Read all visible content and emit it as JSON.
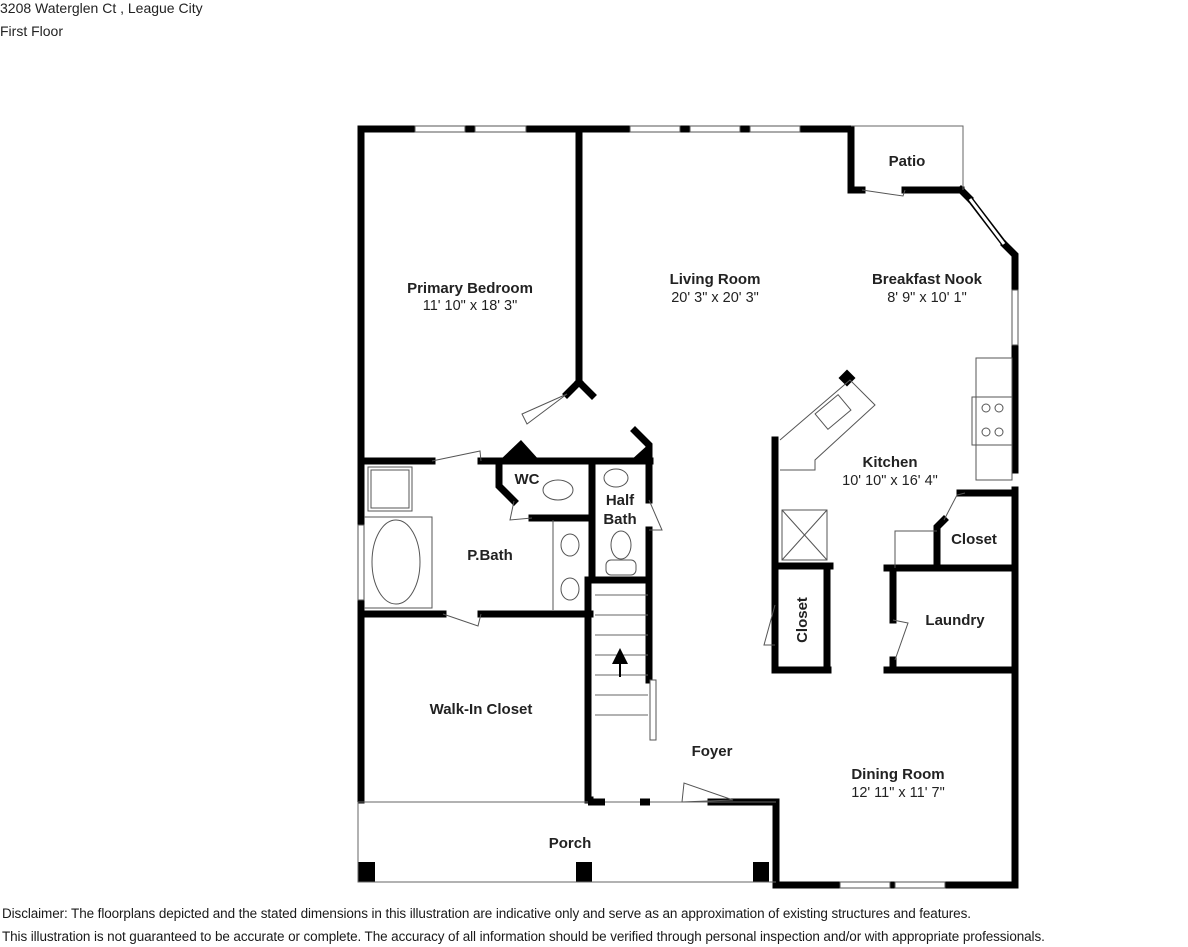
{
  "header": {
    "address": "3208 Waterglen Ct , League City",
    "floor": "First Floor"
  },
  "rooms": [
    {
      "id": "primary-bedroom",
      "name": "Primary Bedroom",
      "dims": "11' 10\" x 18' 3\""
    },
    {
      "id": "living-room",
      "name": "Living Room",
      "dims": "20' 3\" x 20' 3\""
    },
    {
      "id": "breakfast-nook",
      "name": "Breakfast Nook",
      "dims": "8' 9\" x 10' 1\""
    },
    {
      "id": "patio",
      "name": "Patio",
      "dims": ""
    },
    {
      "id": "kitchen",
      "name": "Kitchen",
      "dims": "10' 10\" x 16' 4\""
    },
    {
      "id": "wc",
      "name": "WC",
      "dims": ""
    },
    {
      "id": "half-bath",
      "name": "Half",
      "name2": "Bath",
      "dims": ""
    },
    {
      "id": "p-bath",
      "name": "P.Bath",
      "dims": ""
    },
    {
      "id": "closet-kitchen",
      "name": "Closet",
      "dims": ""
    },
    {
      "id": "closet-hall",
      "name": "Closet",
      "dims": ""
    },
    {
      "id": "laundry",
      "name": "Laundry",
      "dims": ""
    },
    {
      "id": "walk-in-closet",
      "name": "Walk-In Closet",
      "dims": ""
    },
    {
      "id": "foyer",
      "name": "Foyer",
      "dims": ""
    },
    {
      "id": "dining-room",
      "name": "Dining Room",
      "dims": "12' 11\" x 11' 7\""
    },
    {
      "id": "porch",
      "name": "Porch",
      "dims": ""
    }
  ],
  "disclaimer": {
    "line1": "Disclaimer: The floorplans depicted and the stated dimensions in this illustration are indicative only and serve as an approximation of existing structures and features.",
    "line2": "This illustration is not guaranteed to be accurate or complete. The accuracy of all information should be verified through personal inspection and/or with appropriate professionals."
  },
  "colors": {
    "wall": "#000000",
    "fixture": "#666666",
    "background": "#ffffff"
  }
}
